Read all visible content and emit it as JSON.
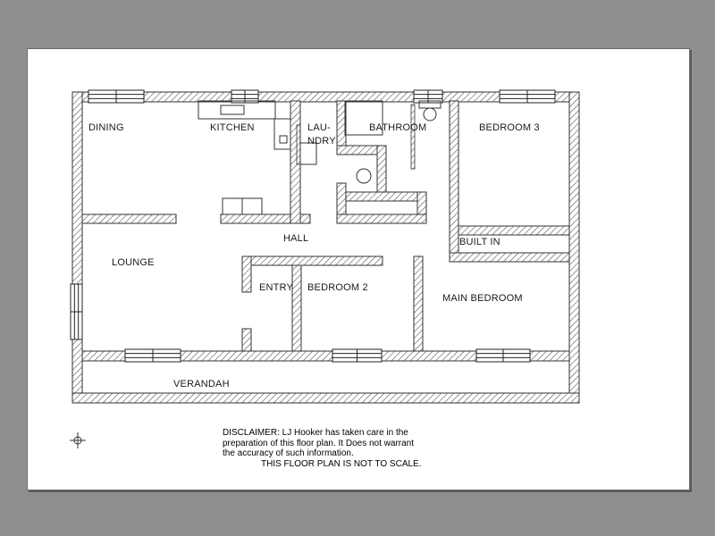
{
  "rooms": {
    "dining": "DINING",
    "kitchen": "KITCHEN",
    "laundry_line1": "LAU-",
    "laundry_line2": "NDRY",
    "bathroom": "BATHROOM",
    "bedroom3": "BEDROOM 3",
    "built_in": "BUILT IN",
    "hall": "HALL",
    "lounge": "LOUNGE",
    "entry": "ENTRY",
    "bedroom2": "BEDROOM 2",
    "main_bedroom": "MAIN BEDROOM",
    "verandah": "VERANDAH"
  },
  "disclaimer": {
    "line1": "DISCLAIMER: LJ Hooker has taken care in the",
    "line2": "preparation of this floor plan. It Does not warrant",
    "line3": "the accuracy of such information.",
    "notice": "THIS FLOOR PLAN IS NOT TO SCALE."
  },
  "colors": {
    "background": "#8f8f8f",
    "sheet": "#ffffff",
    "wall_outline": "#333333",
    "wall_hatch": "#555555"
  }
}
